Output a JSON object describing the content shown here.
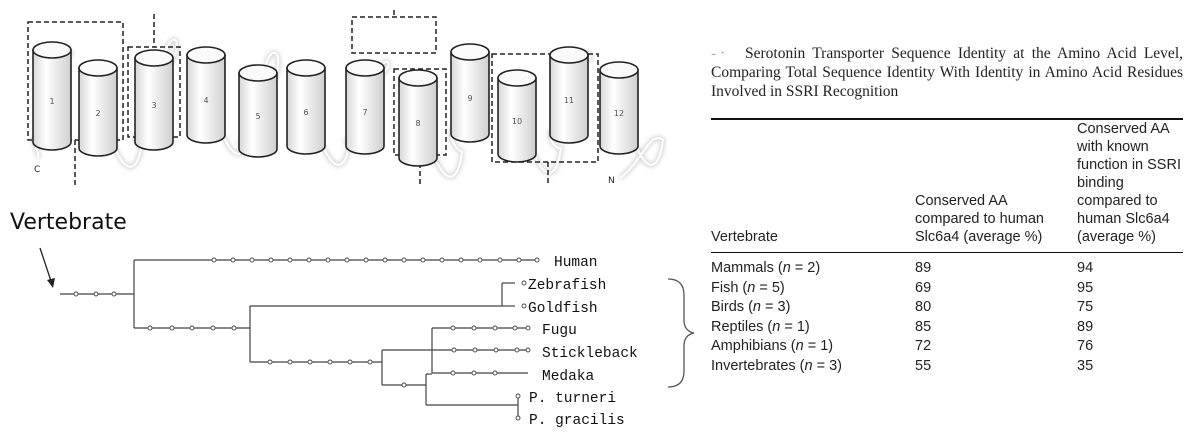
{
  "topology": {
    "helices": [
      "1",
      "2",
      "3",
      "4",
      "5",
      "6",
      "7",
      "8",
      "9",
      "10",
      "11",
      "12"
    ],
    "terminus_left": "C",
    "terminus_right": "N"
  },
  "tree": {
    "label": "Vertebrate",
    "taxa": [
      "Human",
      "Zebrafish",
      "Goldfish",
      "Fugu",
      "Stickleback",
      "Medaka",
      "P. turneri",
      "P. gracilis"
    ]
  },
  "table": {
    "title_prefix": "- ·",
    "title": "Serotonin Transporter Sequence Identity at the Amino Acid Level, Comparing Total Sequence Identity With Identity in Amino Acid Residues Involved in SSRI Recognition",
    "headers": [
      "Vertebrate",
      "Conserved AA compared to human Slc6a4 (average %)",
      "Conserved AA with known function in SSRI binding compared to human Slc6a4 (average %)"
    ],
    "rows": [
      {
        "group": "Mammals (",
        "n": "n",
        "eq": " = 2)",
        "c1": "89",
        "c2": "94"
      },
      {
        "group": "Fish (",
        "n": "n",
        "eq": " = 5)",
        "c1": "69",
        "c2": "95"
      },
      {
        "group": "Birds (",
        "n": "n",
        "eq": " = 3)",
        "c1": "80",
        "c2": "75"
      },
      {
        "group": "Reptiles (",
        "n": "n",
        "eq": " = 1)",
        "c1": "85",
        "c2": "89"
      },
      {
        "group": "Amphibians (",
        "n": "n",
        "eq": " = 1)",
        "c1": "72",
        "c2": "76"
      },
      {
        "group": "Invertebrates (",
        "n": "n",
        "eq": " = 3)",
        "c1": "55",
        "c2": "35"
      }
    ]
  }
}
